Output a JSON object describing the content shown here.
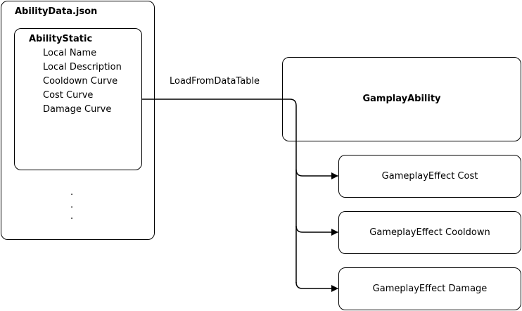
{
  "file": {
    "title": "AbilityData.json",
    "ellipsis": [
      "·",
      "·",
      "·"
    ]
  },
  "static": {
    "title": "AbilityStatic",
    "fields": [
      "Local Name",
      "Local Description",
      "Cooldown Curve",
      "Cost Curve",
      "Damage Curve"
    ]
  },
  "connector": {
    "label": "LoadFromDataTable"
  },
  "ability": {
    "title": "GamplayAbility"
  },
  "effects": [
    {
      "label": "GameplayEffect Cost"
    },
    {
      "label": "GameplayEffect Cooldown"
    },
    {
      "label": "GameplayEffect Damage"
    }
  ]
}
